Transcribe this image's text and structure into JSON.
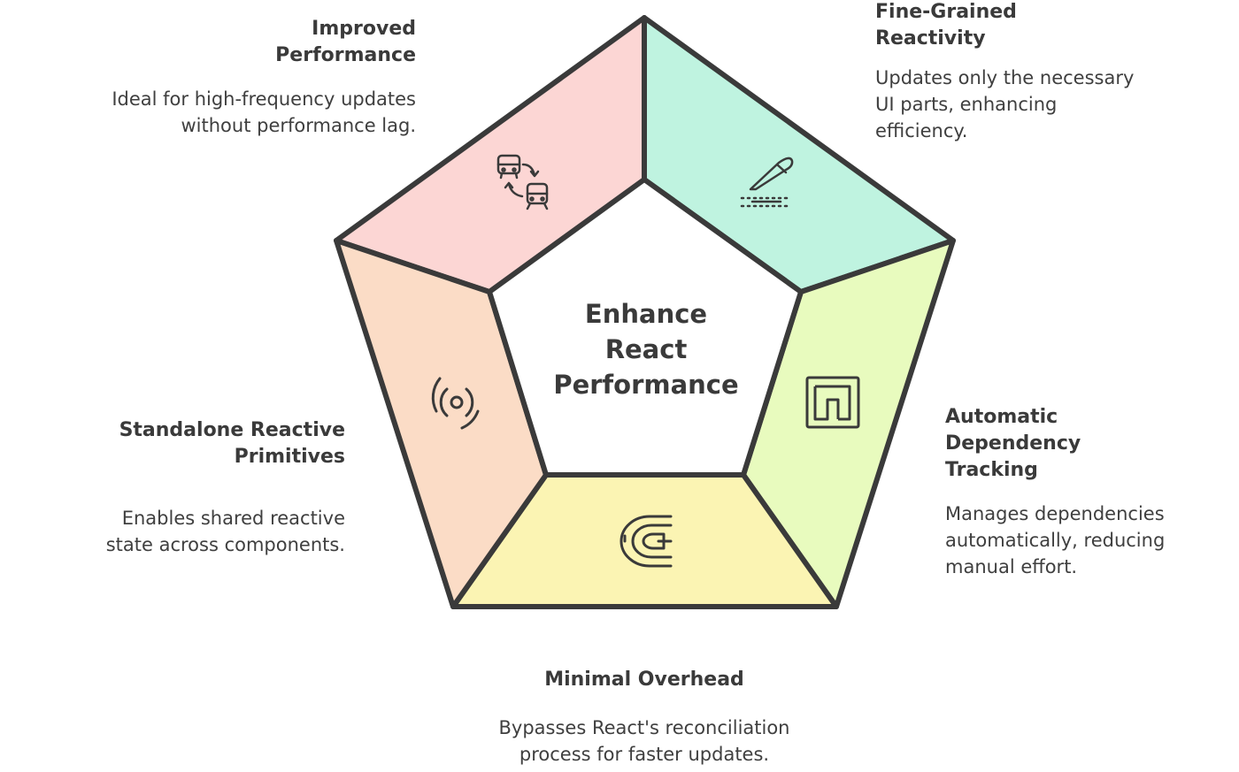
{
  "center": {
    "title_lines": [
      "Enhance",
      "React",
      "Performance"
    ]
  },
  "segments": [
    {
      "id": "improved-performance",
      "title_lines": [
        "Improved",
        "Performance"
      ],
      "description_lines": [
        "Ideal for high-frequency updates",
        "without performance lag."
      ],
      "color": "#fcd6d4",
      "icon": "bus-train-swap-icon"
    },
    {
      "id": "fine-grained-reactivity",
      "title_lines": [
        "Fine-Grained",
        "Reactivity"
      ],
      "description_lines": [
        "Updates only the necessary",
        "UI parts, enhancing",
        "efficiency."
      ],
      "color": "#bff3e0",
      "icon": "scalpel-icon"
    },
    {
      "id": "automatic-dependency-tracking",
      "title_lines": [
        "Automatic",
        "Dependency",
        "Tracking"
      ],
      "description_lines": [
        "Manages dependencies",
        "automatically, reducing",
        "manual effort."
      ],
      "color": "#e8fbbe",
      "icon": "bracket-frame-icon"
    },
    {
      "id": "minimal-overhead",
      "title_lines": [
        "Minimal Overhead"
      ],
      "description_lines": [
        "Bypasses React's reconciliation",
        "process for faster updates."
      ],
      "color": "#fbf4b3",
      "icon": "shortcut-road-icon"
    },
    {
      "id": "standalone-reactive-primitives",
      "title_lines": [
        "Standalone Reactive",
        "Primitives"
      ],
      "description_lines": [
        "Enables shared reactive",
        "state across components."
      ],
      "color": "#fbdcc6",
      "icon": "signal-waves-icon"
    }
  ],
  "colors": {
    "outline": "#3a3a3a",
    "text": "#3a3a3a"
  }
}
